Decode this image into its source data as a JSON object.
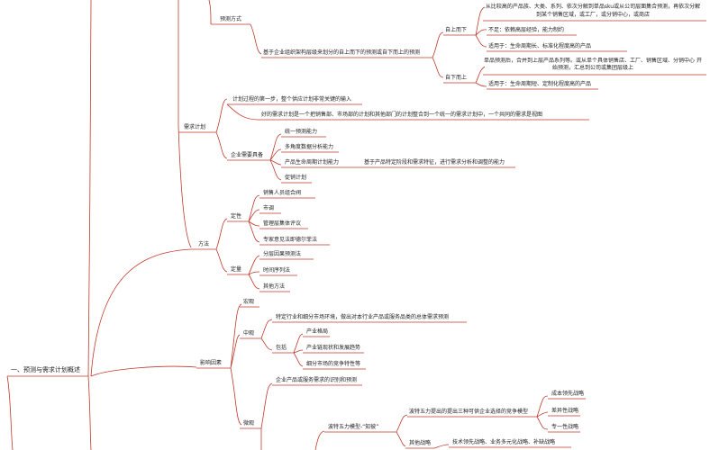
{
  "mindmap": {
    "root": "一、预测与需求计划概述",
    "forecast_method": "预测方式",
    "forecast_desc": "基于企业组织架构层级来划分的自上而下的预测或自下而上的预测",
    "top_down": "自上而下",
    "top_down_desc": "从比较高的产品族、大类、系列、依次分解到单品sku或从公司层面集合预测，再依次分解到某个销售区域，或工厂，或分销中心，或商店",
    "top_down_con": "不足：依赖高层经验，能力制约",
    "top_down_fit": "适用于：生命周期长、标准化程度高的产品",
    "bottom_up": "自下而上",
    "bottom_up_desc": "单品预测后，合并到上层产品系列等。或从单个具体销售店、工厂、销售区域、分销中心 开始预测，汇总到公司或集团层级上",
    "bottom_up_fit": "适用于：生命周期短、定制化程度高的产品",
    "demand_plan": "需求计划",
    "plan_step1": "计划过程的第一步，整个供应计划非常关键的输入",
    "good_plan": "好的需求计划是一个把销售部、市场部的计划和其他部门的计划整合到一个统一的需求计划中，一个共同的需求是视图",
    "enterprise_need": "企业需要具备",
    "ability1": "统一预测能力",
    "ability2": "多角度数据分析能力",
    "ability3": "产品生命周期计划能力",
    "ability3_desc": "基于产品特定阶段和需求特征，进行需求分析和调整的能力",
    "ability4": "促销计划",
    "method": "方法",
    "qualitative": "定性",
    "q1": "销售人员组合阀",
    "q2": "市调",
    "q3": "管理层集体评议",
    "q4": "专家意见法即德尔菲法",
    "quantitative": "定量",
    "n1": "分层因果预测法",
    "n2": "时间序列法",
    "n3": "其他方法",
    "factors": "影响因素",
    "macro": "宏观",
    "meso": "中观",
    "meso_desc": "特定行业和细分市场环境，做出对本行业产品或服务品类的总体需求预测",
    "include": "包括",
    "inc1": "产业格局",
    "inc2": "产业链现状和发展趋势",
    "inc3": "细分市场的竞争特性等",
    "micro": "微观",
    "micro_desc": "企业产品或服务需求的识别和预测",
    "porter": "波特五力模型-“知彼”",
    "porter_desc": "波特五力提出的提出三种可供企业选择的竞争模型",
    "strat1": "成本领先战略",
    "strat2": "差异性战略",
    "strat3": "专一性战略",
    "other_strat": "其他战略",
    "other_strat_desc": "技术领先战略、业务多元化战略、补缺战略"
  }
}
